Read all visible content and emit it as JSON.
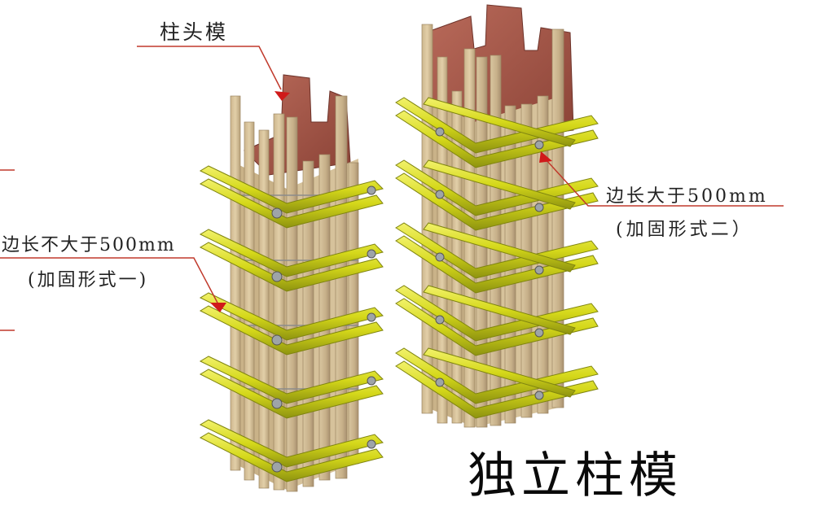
{
  "labels": {
    "column_head_form": "柱头模",
    "side_not_greater": "边长不大于500mm",
    "reinforce_form_1": "(加固形式一)",
    "side_greater": "边长大于500mm",
    "reinforce_form_2": "(加固形式二）"
  },
  "title": "独立柱模",
  "colors": {
    "timber": "#d8c39c",
    "timber_dark": "#b8a27c",
    "brick": "#a4584a",
    "brick_dark": "#7d3d33",
    "steel_pipe": "#d8dc1c",
    "steel_pipe_dark": "#8f9410",
    "leader_line": "#c0392b",
    "arrow": "#d01a1a"
  }
}
